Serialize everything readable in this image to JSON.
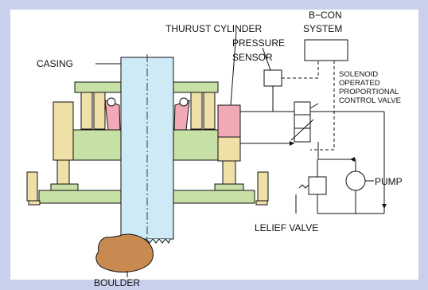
{
  "colors": {
    "background": "#c9d0ec",
    "panel": "#ffffff",
    "casing": "#cfeaf7",
    "frame_green": "#c7e0a6",
    "cylinder_tan": "#efe0a8",
    "sensor_pink": "#f2a9b6",
    "boulder": "#c98a52",
    "line": "#111111"
  },
  "labels": {
    "casing": "CASING",
    "thrust_cylinder": "THURUST CYLINDER",
    "bcon_line1": "B−CON",
    "bcon_line2": "SYSTEM",
    "pressure_sensor_line1": "PRESSURE",
    "pressure_sensor_line2": "SENSOR",
    "solenoid_line1": "SOLENOID",
    "solenoid_line2": "OPERATED",
    "solenoid_line3": "PROPORTIONAL",
    "solenoid_line4": "CONTROL VALVE",
    "pump": "PUMP",
    "relief_valve": "LELIEF VALVE",
    "boulder": "BOULDER"
  },
  "icons": [
    "pump-symbol",
    "relief-valve-symbol",
    "control-valve-symbol",
    "pressure-sensor-box",
    "b-con-box"
  ]
}
